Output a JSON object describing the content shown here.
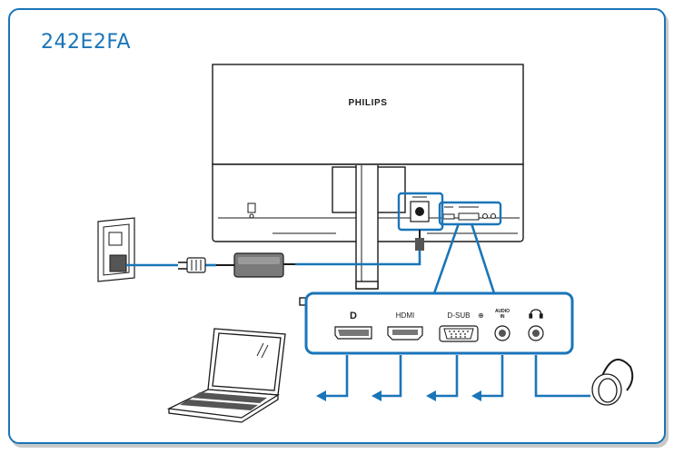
{
  "model": "242E2FA",
  "monitor": {
    "brand": "PHILIPS"
  },
  "ports": [
    {
      "id": "displayport",
      "label": "",
      "icon": "displayport-icon"
    },
    {
      "id": "hdmi",
      "label": "HDMI",
      "icon": "hdmi-port-icon"
    },
    {
      "id": "dsub",
      "label": "D-SUB",
      "icon": "vga-port-icon"
    },
    {
      "id": "audio-in",
      "label": "AUDIO\nIN",
      "icon": "audio-in-jack-icon"
    },
    {
      "id": "headphone",
      "label": "",
      "icon": "headphone-icon"
    }
  ],
  "colors": {
    "accent": "#1a75b8",
    "line": "#1a1a1a",
    "shadow": "#c9c9c9"
  }
}
